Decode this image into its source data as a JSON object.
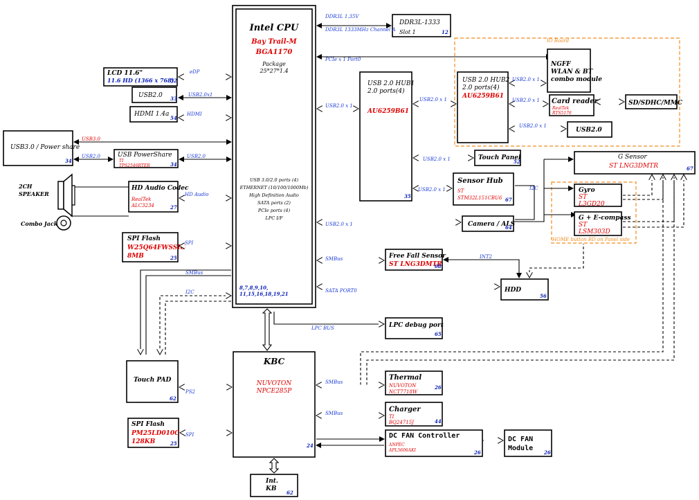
{
  "cpu": {
    "title": "Intel CPU",
    "name": "Bay Trail-M",
    "pkg": "BGA1170",
    "package_label": "Package",
    "package_size": "25*27*1.4",
    "features": [
      "USB 3.0/2.0 ports (4)",
      "ETHERNET (10/100/1000Mb)",
      "High Definition Audio",
      "SATA ports (2)",
      "PCIe ports (4)",
      "LPC I/F"
    ],
    "page": "8,7,8,9,10,\n11,15,16,18,19,21"
  },
  "ddr": {
    "title": "DDR3L-1333",
    "slot": "Slot 1",
    "page": "12",
    "bus1": "DDR3L 1.35V",
    "bus2": "DDR3L 1333MHz Channel A"
  },
  "lcd": {
    "line1": "LCD 11.6\"",
    "line2": "11.6 HD (1366 x 768)",
    "page": "52",
    "bus": "eDP"
  },
  "usb20_left": {
    "title": "USB2.0",
    "page": "33",
    "bus": "USB2.0x1"
  },
  "hdmi": {
    "title": "HDMI 1.4a",
    "page": "54",
    "bus": "HDMI"
  },
  "usb30": {
    "title": "USB3.0 / Power share",
    "page": "34",
    "bus_a": "USB3.0",
    "bus_b": "USB2.0"
  },
  "usbps": {
    "title": "USB PowerShare",
    "vendor": "TI",
    "part": "TPS2546RTER",
    "page": "34",
    "bus": "USB2.0"
  },
  "audio": {
    "title": "HD Audio Codec",
    "vendor": "RealTek",
    "part": "ALC3234",
    "page": "27",
    "bus": "HD Audio",
    "speaker": "2CH\nSPEAKER",
    "jack": "Combo Jack"
  },
  "spi1": {
    "title": "SPI Flash",
    "part": "W25Q64FWSSIG",
    "size": "8MB",
    "page": "25",
    "bus": "SPI"
  },
  "smbus_left": "SMBus",
  "i2c_left": "I2C",
  "touchpad": {
    "title": "Touch PAD",
    "page": "62",
    "bus": "PS2"
  },
  "spi2": {
    "title": "SPI Flash",
    "part": "PM25LD010C",
    "size": "128KB",
    "page": "25",
    "bus": "SPI"
  },
  "kbc": {
    "title": "KBC",
    "vendor": "NUVOTON",
    "part": "NPCE285P",
    "page": "24"
  },
  "intkb": {
    "title": "Int.\nKB",
    "page": "62"
  },
  "hub1": {
    "title": "USB 2.0 HUB1",
    "ports": "2.0 ports(4)",
    "part": "AU6259B61",
    "page": "35",
    "bus": "USB2.0 x 1"
  },
  "hub2": {
    "title": "USB 2.0 HUB2",
    "ports": "2.0 ports(4)",
    "part": "AU6259B61",
    "bus": "USB2.0 x 1"
  },
  "io_board": "IO Board",
  "ngff": {
    "line1": "NGFF",
    "line2": "WLAN & BT",
    "line3": "combo module",
    "bus": "PCIe x 1  Port0",
    "bus2": "USB2.0 x 1"
  },
  "card": {
    "title": "Card reader",
    "vendor": "RealTek",
    "part": "RTS5176",
    "bus": "USB2.0 x 1"
  },
  "sd": {
    "title": "SD/SDHC/MMC"
  },
  "usb20_io": {
    "title": "USB2.0",
    "bus": "USB2.0 x 1"
  },
  "touchpanel": {
    "title": "Touch Panel",
    "page": "52",
    "bus": "USB2.0 x 1"
  },
  "sensorhub": {
    "title": "Sensor Hub",
    "vendor": "ST",
    "part": "STM32L151CBU6",
    "page": "67",
    "bus": "USB2.0 x 1",
    "i2c": "I2C"
  },
  "gsensor": {
    "title": "G Sensor",
    "part": "ST LNG3DMTR",
    "page": "67"
  },
  "gyro": {
    "title": "Gyro",
    "vendor": "ST",
    "part": "L3GD20"
  },
  "compass": {
    "title": "G + E-compass",
    "vendor": "ST",
    "part": "LSM303D",
    "note": "HOME button BD on Panel side"
  },
  "camera": {
    "title": "Camera / ALS",
    "page": "64",
    "bus": "USB2.0 x 1"
  },
  "freefall": {
    "title": "Free Fall Sensor",
    "part": "ST LNG3DMTR",
    "page": "68",
    "bus": "SMBus",
    "int": "INT2"
  },
  "hdd": {
    "title": "HDD",
    "page": "56",
    "bus": "SATA PORT0"
  },
  "lpc": {
    "title": "LPC debug port",
    "page": "65",
    "bus": "LPC BUS"
  },
  "thermal": {
    "title": "Thermal",
    "vendor": "NUVOTON",
    "part": "NCT7718W",
    "page": "26",
    "bus": "SMBus"
  },
  "charger": {
    "title": "Charger",
    "vendor": "TI",
    "part": "BQ24715J",
    "page": "44",
    "bus": "SMBus"
  },
  "dcfanctl": {
    "title": "DC FAN Controller",
    "vendor": "ANPEC",
    "part": "APL5606AKI",
    "page": "26"
  },
  "dcfan": {
    "title": "DC FAN\nModule",
    "page": "26"
  }
}
